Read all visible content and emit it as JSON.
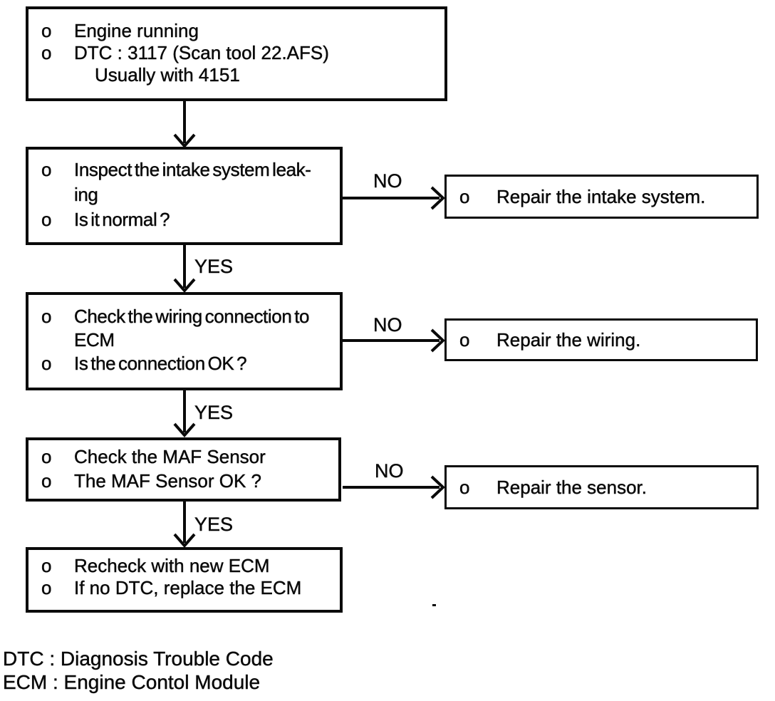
{
  "flow": {
    "labels": {
      "yes": "YES",
      "no": "NO"
    },
    "nodes": {
      "start": {
        "bullets": [
          {
            "marker": "o",
            "text": "Engine running"
          },
          {
            "marker": "o",
            "text": "DTC : 3117 (Scan tool 22.AFS)"
          },
          {
            "marker": "",
            "text": "Usually with 4151"
          }
        ]
      },
      "inspect_intake": {
        "bullets": [
          {
            "marker": "o",
            "text": "Inspect the intake system leak-"
          },
          {
            "marker": "",
            "text": "ing"
          },
          {
            "marker": "o",
            "text": "Is it normal ?"
          }
        ]
      },
      "repair_intake": {
        "bullets": [
          {
            "marker": "o",
            "text": "Repair the intake system."
          }
        ]
      },
      "check_wiring": {
        "bullets": [
          {
            "marker": "o",
            "text": "Check the wiring connection to"
          },
          {
            "marker": "",
            "text": "ECM"
          },
          {
            "marker": "o",
            "text": "Is the connection OK ?"
          }
        ]
      },
      "repair_wiring": {
        "bullets": [
          {
            "marker": "o",
            "text": "Repair the wiring."
          }
        ]
      },
      "check_maf": {
        "bullets": [
          {
            "marker": "o",
            "text": "Check the MAF Sensor"
          },
          {
            "marker": "o",
            "text": "The MAF Sensor OK ?"
          }
        ]
      },
      "repair_sensor": {
        "bullets": [
          {
            "marker": "o",
            "text": "Repair the sensor."
          }
        ]
      },
      "recheck_ecm": {
        "bullets": [
          {
            "marker": "o",
            "text": "Recheck with new ECM"
          },
          {
            "marker": "o",
            "text": "If no DTC, replace the ECM"
          }
        ]
      }
    },
    "footnotes": [
      "DTC : Diagnosis Trouble Code",
      "ECM : Engine Contol Module"
    ],
    "colors": {
      "ink": "#0a0a0a",
      "background": "#ffffff"
    }
  }
}
